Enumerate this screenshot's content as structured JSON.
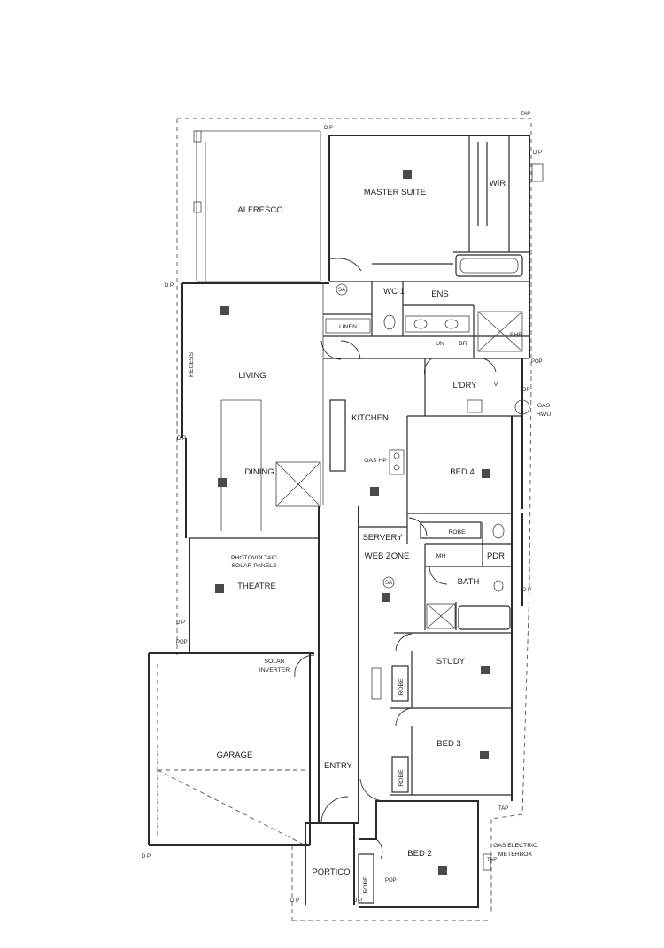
{
  "plan": {
    "rooms": {
      "alfresco": "ALFRESCO",
      "master_suite": "MASTER SUITE",
      "wir": "WIR",
      "wc": "WC 1",
      "ens": "ENS",
      "linen": "LINEN",
      "living": "LIVING",
      "recess": "RECESS",
      "kitchen": "KITCHEN",
      "dining": "DINING",
      "laundry": "L'DRY",
      "bed4": "BED 4",
      "servery": "SERVERY",
      "web_zone": "WEB ZONE",
      "pdr": "PDR",
      "bath": "BATH",
      "theatre": "THEATRE",
      "study": "STUDY",
      "garage": "GARAGE",
      "entry": "ENTRY",
      "bed3": "BED 3",
      "bed2": "BED 2",
      "portico": "PORTICO",
      "robe": "ROBE"
    },
    "labels": {
      "photovoltaic": "PHOTOVOLTAIC",
      "solar_panels": "SOLAR PANELS",
      "solar": "SOLAR",
      "inverter": "INVERTER",
      "gas_hp": "GAS HP",
      "gas": "GAS",
      "hwu": "HWU",
      "gas_electric": "GAS ELECTRIC",
      "meterbox": "METERBOX",
      "shr": "SHR",
      "un": "UN",
      "br": "BR",
      "mh": "MH",
      "sa": "SA",
      "v": "V",
      "tap": "TAP",
      "pop": "POP",
      "dp": "D P",
      "dp_tight": "DP"
    }
  }
}
